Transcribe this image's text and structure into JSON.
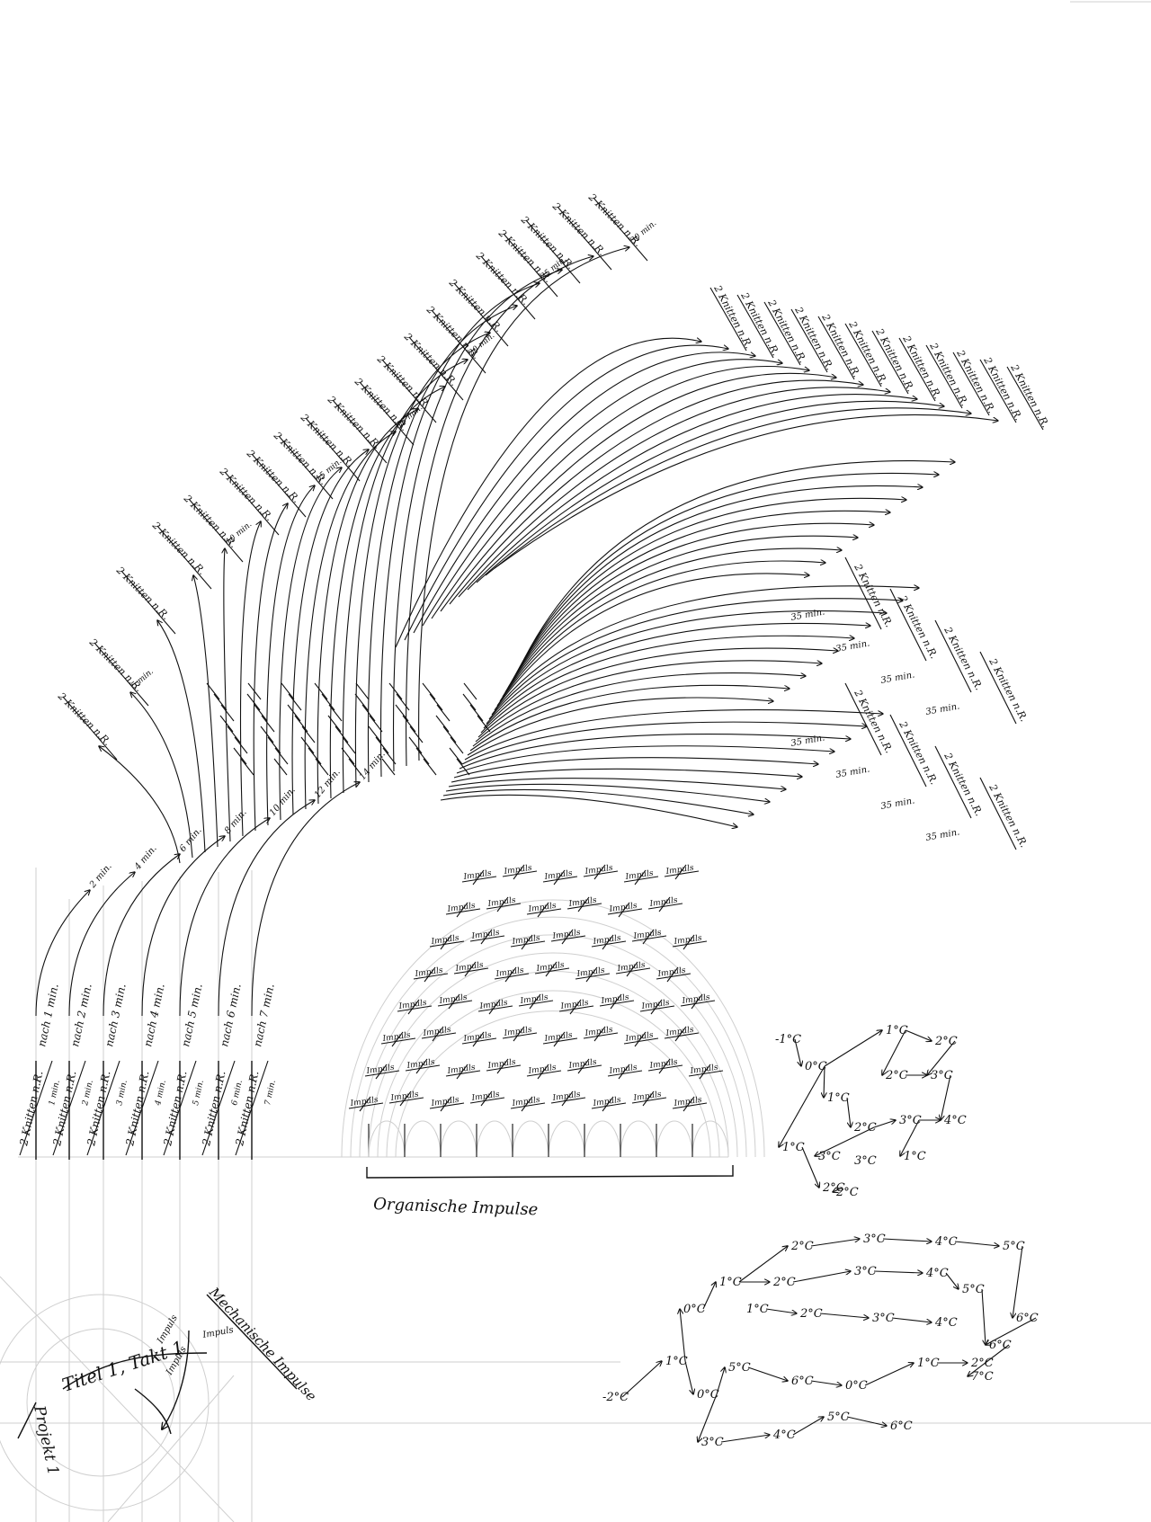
{
  "labels": {
    "organic_caption": "Organische Impulse",
    "title_note": "Titel 1, Takt 1",
    "mechanical_impulse": "Mechanische Impulse",
    "projekt_note": "Projekt 1",
    "knit": "2 Knitten n.R.",
    "nach_prefix": "nach",
    "mins_suffix": "min.",
    "impuls": "Impuls",
    "imp_small": "Impuls"
  },
  "chart_data": {
    "type": "diagram",
    "fan_minutes": [
      "1 min.",
      "2 min.",
      "3 min.",
      "4 min.",
      "5 min.",
      "6 min.",
      "7 min."
    ],
    "fan_arc_ends": [
      "2 min.",
      "4 min.",
      "6 min.",
      "8 min.",
      "10 min.",
      "12 min.",
      "14 min."
    ],
    "upper_arc_ends": [
      "5 min.",
      "10 min.",
      "15 min.",
      "18 min.",
      "20 min.",
      "25 min.",
      "30 min."
    ],
    "right_arc_ends": [
      "35 min.",
      "35 min.",
      "35 min.",
      "35 min.",
      "35 min.",
      "35 min.",
      "35 min.",
      "35 min."
    ],
    "temperatures_top": [
      "-1°C",
      "0°C",
      "1°C",
      "2°C",
      "1°C",
      "2°C",
      "3°C",
      "1°C",
      "2°C",
      "3°C",
      "4°C",
      "1°C",
      "2°C",
      "3°C",
      "3°C",
      "2°C"
    ],
    "temperatures_bottom": [
      "-2°C",
      "1°C",
      "0°C",
      "0°C",
      "1°C",
      "2°C",
      "3°C",
      "4°C",
      "5°C",
      "6°C",
      "2°C",
      "3°C",
      "4°C",
      "5°C",
      "6°C",
      "7°C",
      "1°C",
      "2°C",
      "3°C",
      "4°C",
      "5°C",
      "6°C",
      "0°C",
      "1°C",
      "2°C",
      "3°C",
      "4°C",
      "5°C",
      "6°C"
    ]
  }
}
